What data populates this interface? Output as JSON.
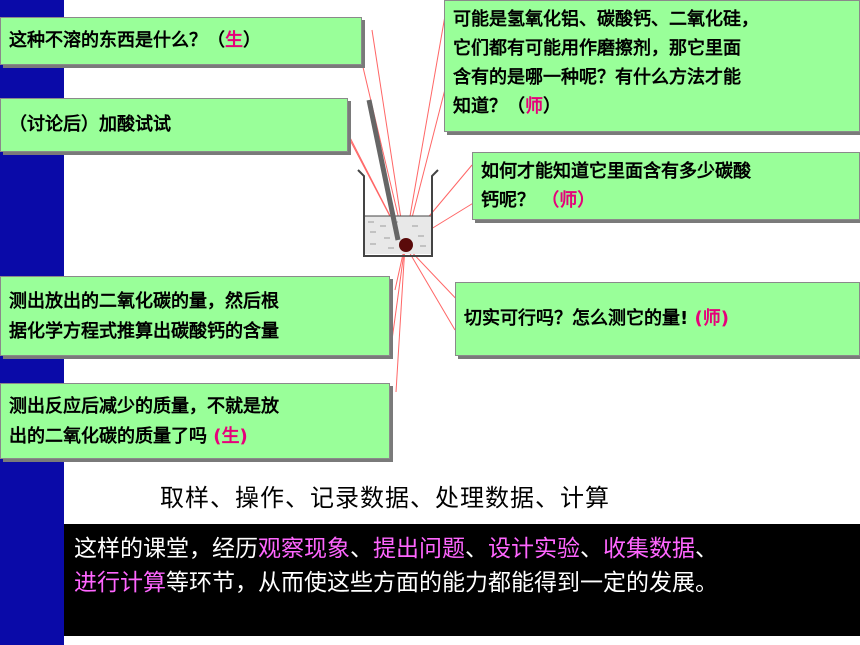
{
  "boxes": {
    "q_what": {
      "text": "这种不溶的东西是什么？（",
      "tag": "生",
      "end": "）"
    },
    "q_acid": {
      "text": "（讨论后）加酸试试"
    },
    "q_which": {
      "line1": "可能是氢氧化铝、碳酸钙、二氧化硅，",
      "line2": "它们都有可能用作磨擦剂，那它里面",
      "line3": "含有的是哪一种呢？有什么方法才能",
      "line4": "知道？（",
      "tag": "师",
      "end": "）"
    },
    "q_howmuch": {
      "line1": "如何才能知道它里面含有多少碳酸",
      "line2": "钙呢？ ",
      "tag": "（师）"
    },
    "a_co2": {
      "line1": "测出放出的二氧化碳的量，然后根",
      "line2": "据化学方程式推算出碳酸钙的含量"
    },
    "q_feasible": {
      "text": "切实可行吗？怎么测它的量! ",
      "tag": "(师)"
    },
    "a_mass": {
      "line1": "测出反应后减少的质量，不就是放",
      "line2": "出的二氧化碳的质量了吗 ",
      "tag": "(生)"
    }
  },
  "summary": "取样、操作、记录数据、处理数据、计算",
  "bottom": {
    "p1": "这样的课堂，经历",
    "h1": "观察现象",
    "s1": "、",
    "h2": "提出问题",
    "s2": "、",
    "h3": "设计实验",
    "s3": "、",
    "h4": "收集数据",
    "s4": "、",
    "h5": "进行计算",
    "p2": "等环节，从而使这些方面的能力都能得到一定的发展。"
  },
  "colors": {
    "sidebar": "#0a0aa8",
    "box": "#99ff99",
    "highlight": "#e6007a",
    "bottom_highlight": "#ff66ff"
  }
}
